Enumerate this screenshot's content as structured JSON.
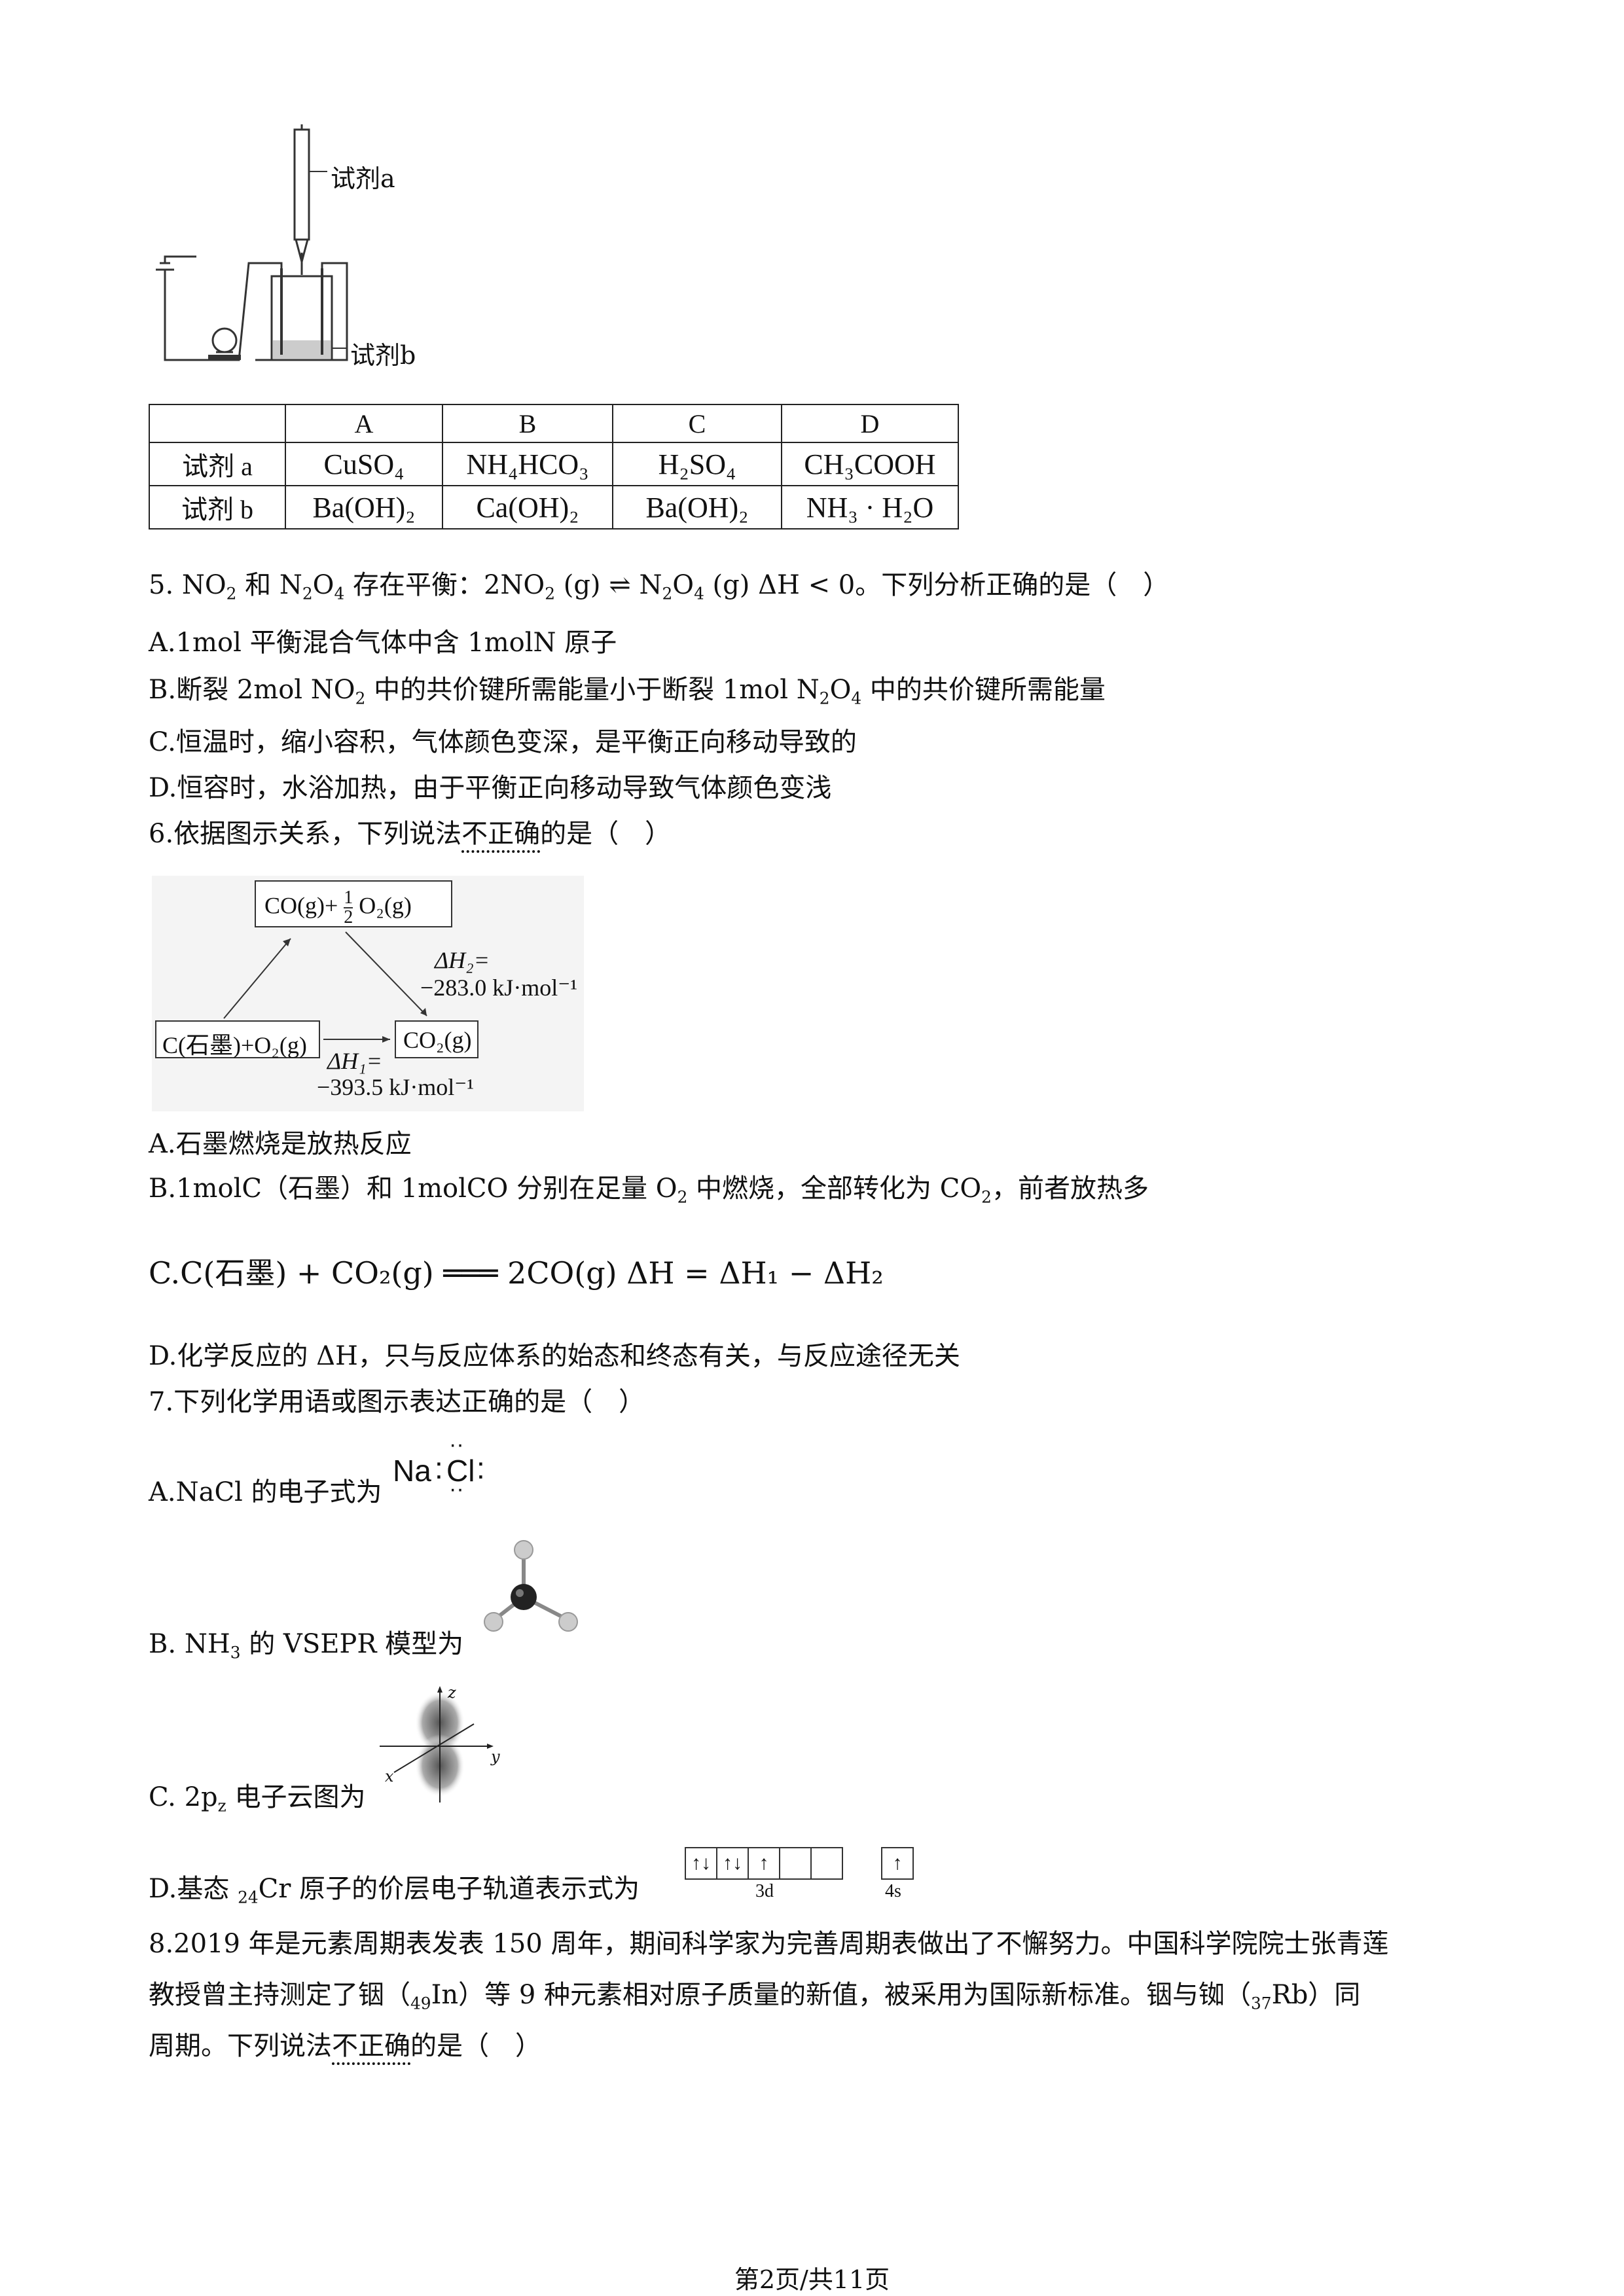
{
  "apparatus": {
    "reagent_a_label": "试剂a",
    "reagent_b_label": "试剂b"
  },
  "table": {
    "headers": [
      "",
      "A",
      "B",
      "C",
      "D"
    ],
    "row_a_label": "试剂 a",
    "row_b_label": "试剂 b",
    "row_a": [
      "CuSO₄",
      "NH₄HCO₃",
      "H₂SO₄",
      "CH₃COOH"
    ],
    "row_b": [
      "Ba(OH)₂",
      "Ca(OH)₂",
      "Ba(OH)₂",
      "NH₃ · H₂O"
    ]
  },
  "q5": {
    "stem_start": "5. NO",
    "stem_and": " 和 N",
    "stem_mid": " 存在平衡：2NO",
    "stem_eq": " (g) ⇌ N",
    "stem_end": " (g) ΔH < 0。下列分析正确的是（　）",
    "a": "A.1mol 平衡混合气体中含 1molN 原子",
    "b_start": "B.断裂 2mol NO",
    "b_mid": " 中的共价键所需能量小于断裂 1mol N",
    "b_end": " 中的共价键所需能量",
    "c": "C.恒温时，缩小容积，气体颜色变深，是平衡正向移动导致的",
    "d": "D.恒容时，水浴加热，由于平衡正向移动导致气体颜色变浅"
  },
  "q6": {
    "stem_pre": "6.依据图示关系，下列说法",
    "stem_emph": "不正确",
    "stem_post": "的是（　）",
    "diagram": {
      "top_box": "CO(g)+",
      "top_frac_num": "1",
      "top_frac_den": "2",
      "top_box_end": " O₂(g)",
      "left_box": "C(石墨)+O₂(g)",
      "right_box": "CO₂(g)",
      "dh2_label": "ΔH₂=",
      "dh2_value": "−283.0 kJ·mol⁻¹",
      "dh1_label": "ΔH₁=",
      "dh1_value": "−393.5 kJ·mol⁻¹"
    },
    "a": "A.石墨燃烧是放热反应",
    "b_start": "B.1molC（石墨）和 1molCO 分别在足量 O",
    "b_mid": " 中燃烧，全部转化为 CO",
    "b_end": "，前者放热多",
    "c": "C.C(石墨) + CO₂(g) ═══ 2CO(g) ΔH = ΔH₁ − ΔH₂",
    "d": "D.化学反应的 ΔH，只与反应体系的始态和终态有关，与反应途径无关"
  },
  "q7": {
    "stem": "7.下列化学用语或图示表达正确的是（　）",
    "a": "A.NaCl 的电子式为",
    "a_img_na": "Na",
    "a_img_cl": "Cl",
    "b_start": "B. NH",
    "b_end": " 的 VSEPR 模型为",
    "c_start": "C. 2p",
    "c_sub": "z",
    "c_end": " 电子云图为",
    "c_axis_z": "z",
    "c_axis_y": "y",
    "c_axis_x": "x",
    "d_start": "D.基态 ",
    "d_sub": "24",
    "d_end": "Cr 原子的价层电子轨道表示式为",
    "orbital_3d": "3d",
    "orbital_4s": "4s",
    "orbital_3d_contents": [
      "↑↓",
      "↑↓",
      "↑",
      "",
      ""
    ],
    "orbital_4s_contents": [
      "↑"
    ]
  },
  "q8": {
    "line1": "8.2019 年是元素周期表发表 150 周年，期间科学家为完善周期表做出了不懈努力。中国科学院院士张青莲",
    "line2_start": "教授曾主持测定了铟（",
    "line2_sub1": "49",
    "line2_mid": "In）等 9 种元素相对原子质量的新值，被采用为国际新标准。铟与铷（",
    "line2_sub2": "37",
    "line2_end": "Rb）同",
    "line3_pre": "周期。下列说法",
    "line3_emph": "不正确",
    "line3_post": "的是（　）"
  },
  "footer": "第2页/共11页"
}
